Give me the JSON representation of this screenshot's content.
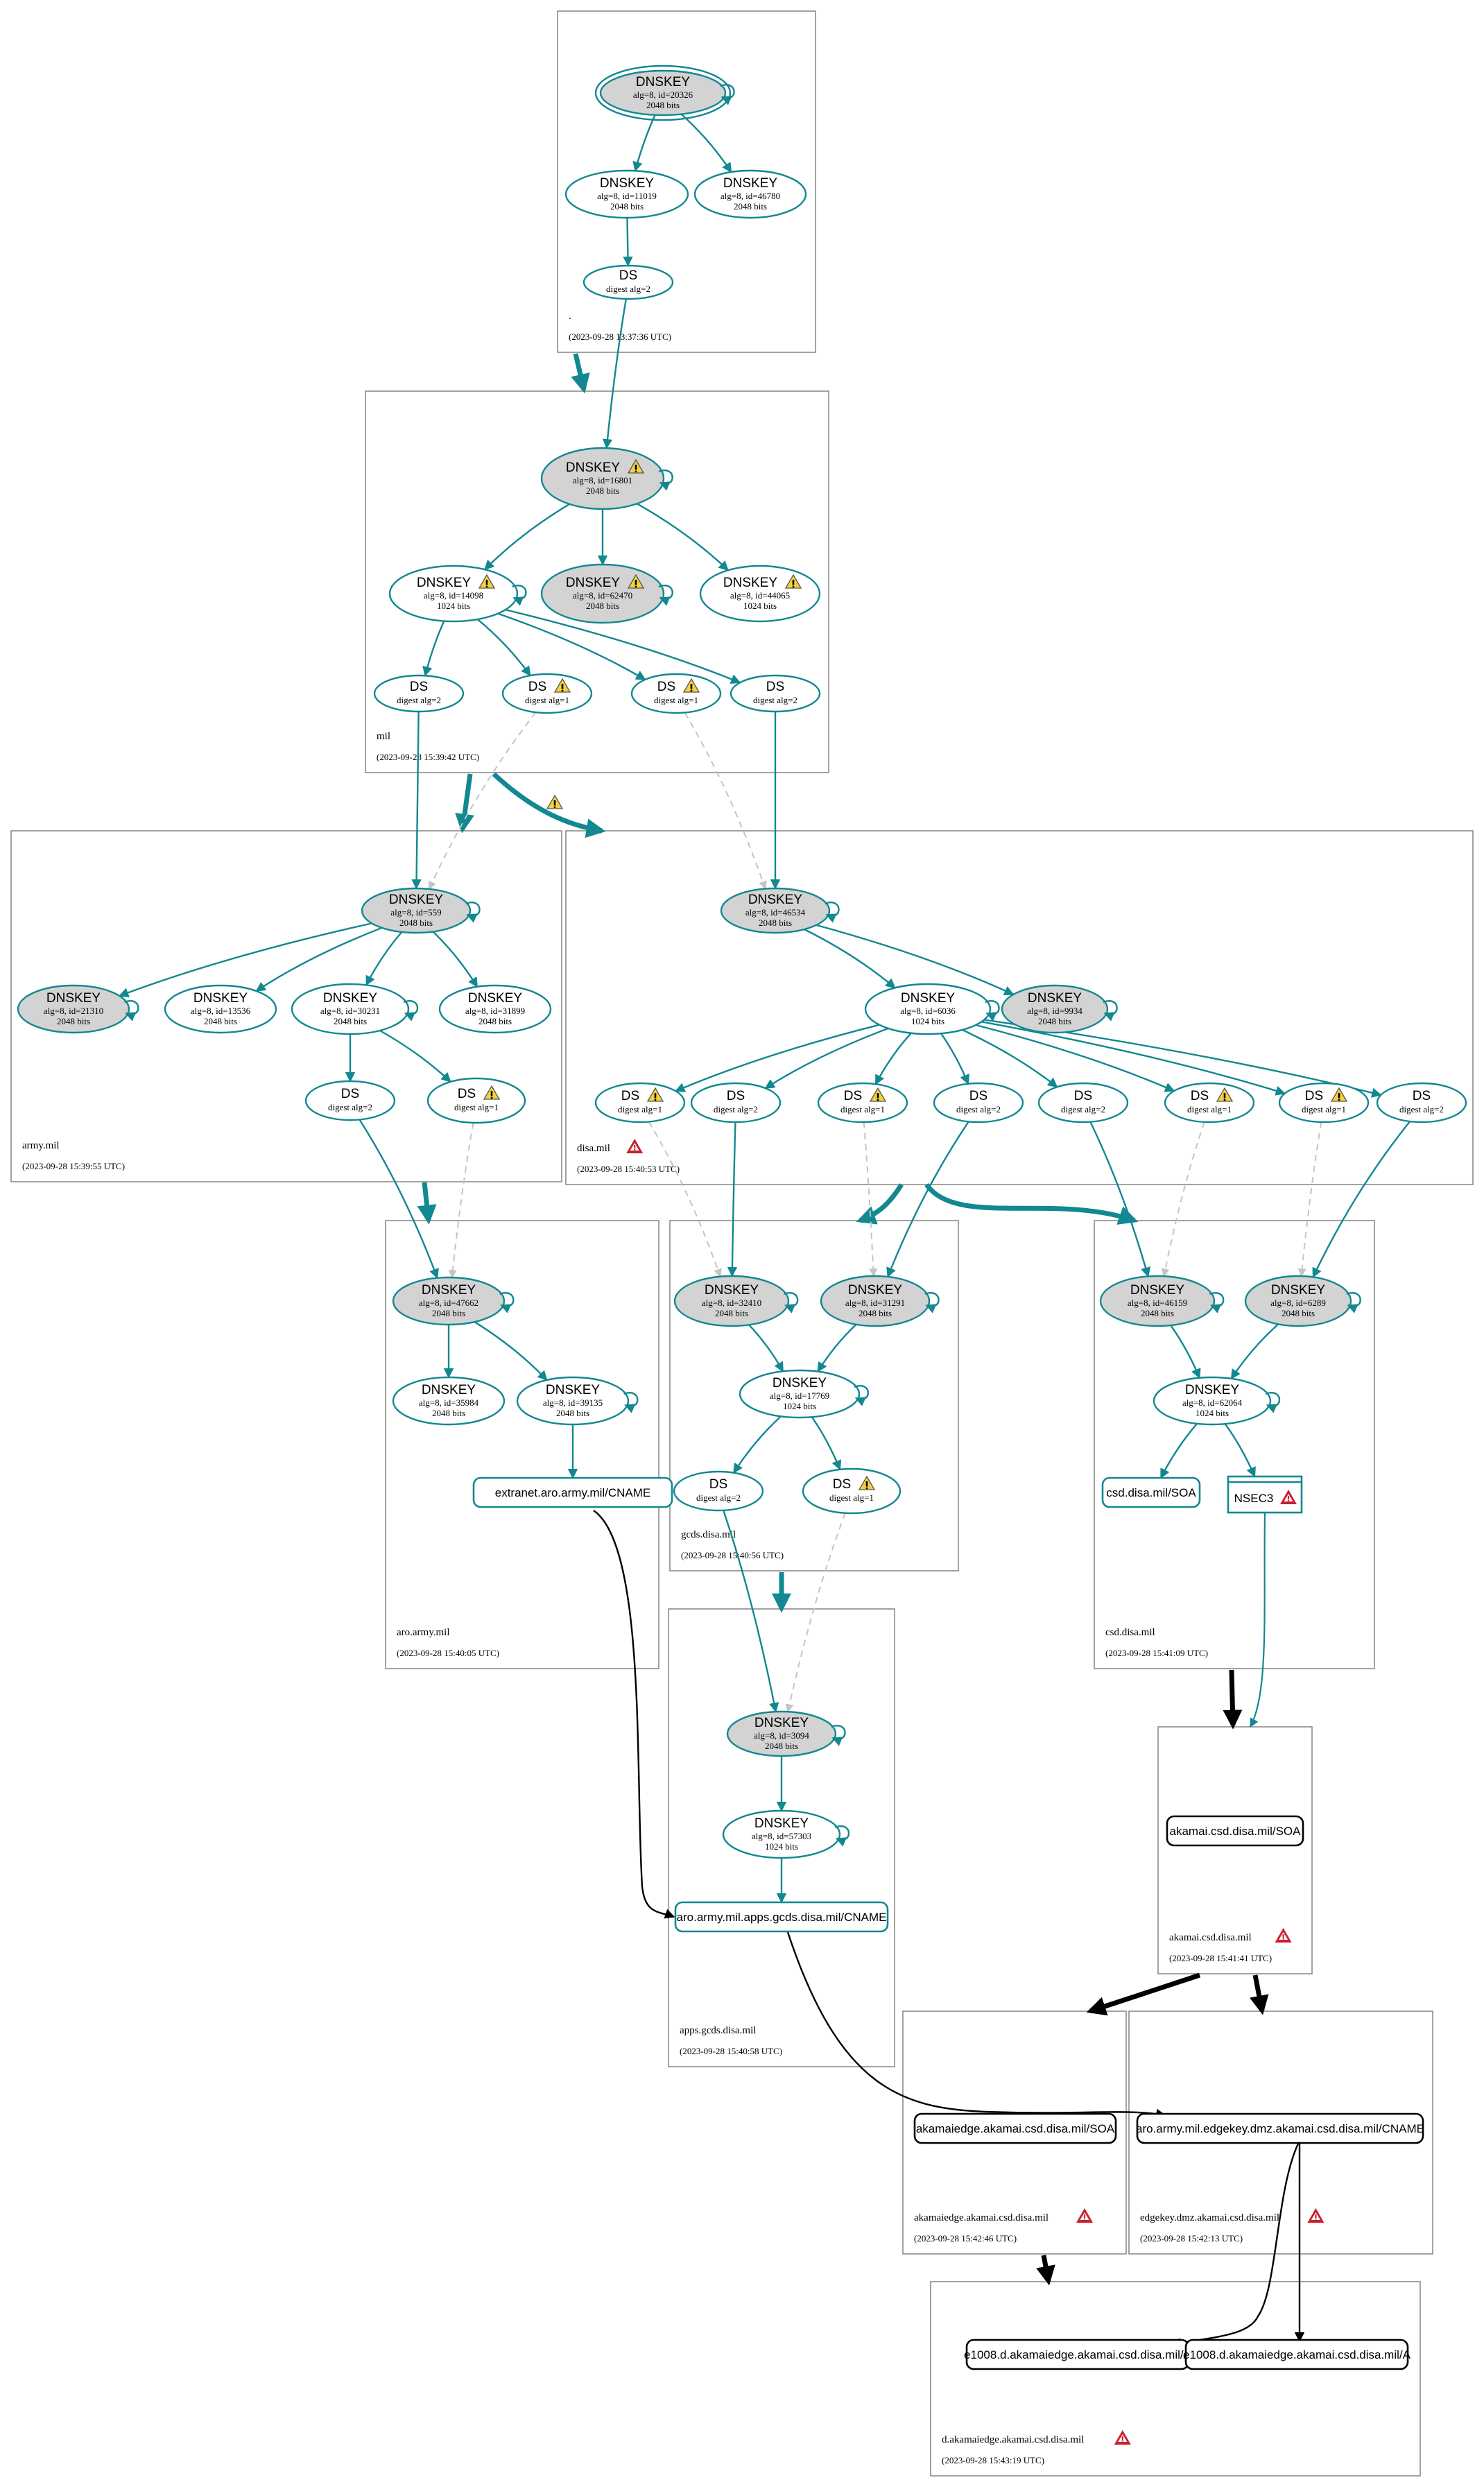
{
  "colors": {
    "teal": "#128891",
    "gray_fill": "#d3d3d3",
    "zone_border": "#8c8c8c",
    "dashed": "#c4c4c4",
    "warning_fill": "#f5d13b",
    "error_fill": "#c7202f",
    "black": "#000000"
  },
  "labels": {
    "dnskey": "DNSKEY",
    "ds": "DS",
    "nsec3": "NSEC3"
  },
  "zones": [
    {
      "id": "root",
      "name": ".",
      "timestamp": "(2023-09-28 13:37:36 UTC)",
      "error": false
    },
    {
      "id": "mil",
      "name": "mil",
      "timestamp": "(2023-09-28 15:39:42 UTC)",
      "error": false
    },
    {
      "id": "army",
      "name": "army.mil",
      "timestamp": "(2023-09-28 15:39:55 UTC)",
      "error": false
    },
    {
      "id": "disa",
      "name": "disa.mil",
      "timestamp": "(2023-09-28 15:40:53 UTC)",
      "error": true
    },
    {
      "id": "aro",
      "name": "aro.army.mil",
      "timestamp": "(2023-09-28 15:40:05 UTC)",
      "error": false
    },
    {
      "id": "gcds",
      "name": "gcds.disa.mil",
      "timestamp": "(2023-09-28 15:40:56 UTC)",
      "error": false
    },
    {
      "id": "csd",
      "name": "csd.disa.mil",
      "timestamp": "(2023-09-28 15:41:09 UTC)",
      "error": false
    },
    {
      "id": "apps",
      "name": "apps.gcds.disa.mil",
      "timestamp": "(2023-09-28 15:40:58 UTC)",
      "error": false
    },
    {
      "id": "akamai",
      "name": "akamai.csd.disa.mil",
      "timestamp": "(2023-09-28 15:41:41 UTC)",
      "error": true
    },
    {
      "id": "akamaiedge",
      "name": "akamaiedge.akamai.csd.disa.mil",
      "timestamp": "(2023-09-28 15:42:46 UTC)",
      "error": true
    },
    {
      "id": "edgekey",
      "name": "edgekey.dmz.akamai.csd.disa.mil",
      "timestamp": "(2023-09-28 15:42:13 UTC)",
      "error": true
    },
    {
      "id": "dakamaiedge",
      "name": "d.akamaiedge.akamai.csd.disa.mil",
      "timestamp": "(2023-09-28 15:43:19 UTC)",
      "error": true
    }
  ],
  "dnskeys": [
    {
      "id": "root_ksk",
      "zone": "root",
      "detail": "alg=8, id=20326",
      "bits": "2048 bits",
      "gray": true,
      "double": true,
      "self": true,
      "warn": false
    },
    {
      "id": "root_zsk1",
      "zone": "root",
      "detail": "alg=8, id=11019",
      "bits": "2048 bits",
      "gray": false,
      "double": false,
      "self": false,
      "warn": false
    },
    {
      "id": "root_zsk2",
      "zone": "root",
      "detail": "alg=8, id=46780",
      "bits": "2048 bits",
      "gray": false,
      "double": false,
      "self": false,
      "warn": false
    },
    {
      "id": "mil_ksk",
      "zone": "mil",
      "detail": "alg=8, id=16801",
      "bits": "2048 bits",
      "gray": true,
      "double": false,
      "self": true,
      "warn": true
    },
    {
      "id": "mil_zsk",
      "zone": "mil",
      "detail": "alg=8, id=14098",
      "bits": "1024 bits",
      "gray": false,
      "double": false,
      "self": true,
      "warn": true
    },
    {
      "id": "mil_k2",
      "zone": "mil",
      "detail": "alg=8, id=62470",
      "bits": "2048 bits",
      "gray": true,
      "double": false,
      "self": true,
      "warn": true
    },
    {
      "id": "mil_k3",
      "zone": "mil",
      "detail": "alg=8, id=44065",
      "bits": "1024 bits",
      "gray": false,
      "double": false,
      "self": false,
      "warn": true
    },
    {
      "id": "army_ksk",
      "zone": "army",
      "detail": "alg=8, id=559",
      "bits": "2048 bits",
      "gray": true,
      "double": false,
      "self": true,
      "warn": false
    },
    {
      "id": "army_k1",
      "zone": "army",
      "detail": "alg=8, id=21310",
      "bits": "2048 bits",
      "gray": true,
      "double": false,
      "self": true,
      "warn": false
    },
    {
      "id": "army_k2",
      "zone": "army",
      "detail": "alg=8, id=13536",
      "bits": "2048 bits",
      "gray": false,
      "double": false,
      "self": false,
      "warn": false
    },
    {
      "id": "army_zsk",
      "zone": "army",
      "detail": "alg=8, id=30231",
      "bits": "2048 bits",
      "gray": false,
      "double": false,
      "self": true,
      "warn": false
    },
    {
      "id": "army_k4",
      "zone": "army",
      "detail": "alg=8, id=31899",
      "bits": "2048 bits",
      "gray": false,
      "double": false,
      "self": false,
      "warn": false
    },
    {
      "id": "disa_ksk",
      "zone": "disa",
      "detail": "alg=8, id=46534",
      "bits": "2048 bits",
      "gray": true,
      "double": false,
      "self": true,
      "warn": false
    },
    {
      "id": "disa_zsk",
      "zone": "disa",
      "detail": "alg=8, id=6036",
      "bits": "1024 bits",
      "gray": false,
      "double": false,
      "self": true,
      "warn": false
    },
    {
      "id": "disa_k2",
      "zone": "disa",
      "detail": "alg=8, id=9934",
      "bits": "2048 bits",
      "gray": true,
      "double": false,
      "self": true,
      "warn": false
    },
    {
      "id": "aro_ksk",
      "zone": "aro",
      "detail": "alg=8, id=47662",
      "bits": "2048 bits",
      "gray": true,
      "double": false,
      "self": true,
      "warn": false
    },
    {
      "id": "aro_k1",
      "zone": "aro",
      "detail": "alg=8, id=35984",
      "bits": "2048 bits",
      "gray": false,
      "double": false,
      "self": false,
      "warn": false
    },
    {
      "id": "aro_zsk",
      "zone": "aro",
      "detail": "alg=8, id=39135",
      "bits": "2048 bits",
      "gray": false,
      "double": false,
      "self": true,
      "warn": false
    },
    {
      "id": "gcds_k1",
      "zone": "gcds",
      "detail": "alg=8, id=32410",
      "bits": "2048 bits",
      "gray": true,
      "double": false,
      "self": true,
      "warn": false
    },
    {
      "id": "gcds_k2",
      "zone": "gcds",
      "detail": "alg=8, id=31291",
      "bits": "2048 bits",
      "gray": true,
      "double": false,
      "self": true,
      "warn": false
    },
    {
      "id": "gcds_zsk",
      "zone": "gcds",
      "detail": "alg=8, id=17769",
      "bits": "1024 bits",
      "gray": false,
      "double": false,
      "self": true,
      "warn": false
    },
    {
      "id": "csd_k1",
      "zone": "csd",
      "detail": "alg=8, id=46159",
      "bits": "2048 bits",
      "gray": true,
      "double": false,
      "self": true,
      "warn": false
    },
    {
      "id": "csd_k2",
      "zone": "csd",
      "detail": "alg=8, id=6289",
      "bits": "2048 bits",
      "gray": true,
      "double": false,
      "self": true,
      "warn": false
    },
    {
      "id": "csd_zsk",
      "zone": "csd",
      "detail": "alg=8, id=62064",
      "bits": "1024 bits",
      "gray": false,
      "double": false,
      "self": true,
      "warn": false
    },
    {
      "id": "apps_ksk",
      "zone": "apps",
      "detail": "alg=8, id=3094",
      "bits": "2048 bits",
      "gray": true,
      "double": false,
      "self": true,
      "warn": false
    },
    {
      "id": "apps_zsk",
      "zone": "apps",
      "detail": "alg=8, id=57303",
      "bits": "1024 bits",
      "gray": false,
      "double": false,
      "self": true,
      "warn": false
    }
  ],
  "ds_nodes": [
    {
      "id": "root_ds",
      "zone": "root",
      "detail": "digest alg=2",
      "warn": false
    },
    {
      "id": "mil_ds1",
      "zone": "mil",
      "detail": "digest alg=2",
      "warn": false
    },
    {
      "id": "mil_ds2",
      "zone": "mil",
      "detail": "digest alg=1",
      "warn": true
    },
    {
      "id": "mil_ds3",
      "zone": "mil",
      "detail": "digest alg=1",
      "warn": true
    },
    {
      "id": "mil_ds4",
      "zone": "mil",
      "detail": "digest alg=2",
      "warn": false
    },
    {
      "id": "army_ds1",
      "zone": "army",
      "detail": "digest alg=2",
      "warn": false
    },
    {
      "id": "army_ds2",
      "zone": "army",
      "detail": "digest alg=1",
      "warn": true
    },
    {
      "id": "disa_ds1",
      "zone": "disa",
      "detail": "digest alg=1",
      "warn": true
    },
    {
      "id": "disa_ds2",
      "zone": "disa",
      "detail": "digest alg=2",
      "warn": false
    },
    {
      "id": "disa_ds3",
      "zone": "disa",
      "detail": "digest alg=1",
      "warn": true
    },
    {
      "id": "disa_ds4",
      "zone": "disa",
      "detail": "digest alg=2",
      "warn": false
    },
    {
      "id": "disa_ds5",
      "zone": "disa",
      "detail": "digest alg=2",
      "warn": false
    },
    {
      "id": "disa_ds6",
      "zone": "disa",
      "detail": "digest alg=1",
      "warn": true
    },
    {
      "id": "disa_ds7",
      "zone": "disa",
      "detail": "digest alg=1",
      "warn": true
    },
    {
      "id": "disa_ds8",
      "zone": "disa",
      "detail": "digest alg=2",
      "warn": false
    },
    {
      "id": "gcds_ds1",
      "zone": "gcds",
      "detail": "digest alg=2",
      "warn": false
    },
    {
      "id": "gcds_ds2",
      "zone": "gcds",
      "detail": "digest alg=1",
      "warn": true
    }
  ],
  "records": [
    {
      "id": "aro_cname",
      "zone": "aro",
      "label": "extranet.aro.army.mil/CNAME",
      "teal": true
    },
    {
      "id": "csd_soa",
      "zone": "csd",
      "label": "csd.disa.mil/SOA",
      "teal": true
    },
    {
      "id": "apps_cname",
      "zone": "apps",
      "label": "aro.army.mil.apps.gcds.disa.mil/CNAME",
      "teal": true
    },
    {
      "id": "akamai_soa",
      "zone": "akamai",
      "label": "akamai.csd.disa.mil/SOA",
      "teal": false
    },
    {
      "id": "akamaiedge_soa",
      "zone": "akamaiedge",
      "label": "akamaiedge.akamai.csd.disa.mil/SOA",
      "teal": false
    },
    {
      "id": "edgekey_cname",
      "zone": "edgekey",
      "label": "aro.army.mil.edgekey.dmz.akamai.csd.disa.mil/CNAME",
      "teal": false
    },
    {
      "id": "a_rec1",
      "zone": "dakamaiedge",
      "label": "e1008.d.akamaiedge.akamai.csd.disa.mil/A",
      "teal": false
    },
    {
      "id": "a_rec2",
      "zone": "dakamaiedge",
      "label": "e1008.d.akamaiedge.akamai.csd.disa.mil/A",
      "teal": false
    }
  ],
  "nsec": [
    {
      "id": "csd_nsec3",
      "zone": "csd",
      "label": "NSEC3",
      "error": true
    }
  ],
  "edges": [
    {
      "from": "root_ksk",
      "to": "root_zsk1",
      "style": "solid"
    },
    {
      "from": "root_ksk",
      "to": "root_zsk2",
      "style": "solid"
    },
    {
      "from": "root_zsk1",
      "to": "root_ds",
      "style": "solid"
    },
    {
      "from": "root_ds",
      "to": "mil_ksk",
      "style": "solid"
    },
    {
      "from": "mil_ksk",
      "to": "mil_zsk",
      "style": "solid"
    },
    {
      "from": "mil_ksk",
      "to": "mil_k2",
      "style": "solid"
    },
    {
      "from": "mil_ksk",
      "to": "mil_k3",
      "style": "solid"
    },
    {
      "from": "mil_zsk",
      "to": "mil_ds1",
      "style": "solid"
    },
    {
      "from": "mil_zsk",
      "to": "mil_ds2",
      "style": "solid"
    },
    {
      "from": "mil_zsk",
      "to": "mil_ds3",
      "style": "solid"
    },
    {
      "from": "mil_zsk",
      "to": "mil_ds4",
      "style": "solid"
    },
    {
      "from": "mil_ds1",
      "to": "army_ksk",
      "style": "solid"
    },
    {
      "from": "mil_ds2",
      "to": "army_ksk",
      "style": "dashed"
    },
    {
      "from": "mil_ds3",
      "to": "disa_ksk",
      "style": "dashed"
    },
    {
      "from": "mil_ds4",
      "to": "disa_ksk",
      "style": "solid"
    },
    {
      "from": "army_ksk",
      "to": "army_k1",
      "style": "solid"
    },
    {
      "from": "army_ksk",
      "to": "army_k2",
      "style": "solid"
    },
    {
      "from": "army_ksk",
      "to": "army_zsk",
      "style": "solid"
    },
    {
      "from": "army_ksk",
      "to": "army_k4",
      "style": "solid"
    },
    {
      "from": "army_zsk",
      "to": "army_ds1",
      "style": "solid"
    },
    {
      "from": "army_zsk",
      "to": "army_ds2",
      "style": "solid"
    },
    {
      "from": "army_ds1",
      "to": "aro_ksk",
      "style": "solid"
    },
    {
      "from": "army_ds2",
      "to": "aro_ksk",
      "style": "dashed"
    },
    {
      "from": "disa_ksk",
      "to": "disa_zsk",
      "style": "solid"
    },
    {
      "from": "disa_ksk",
      "to": "disa_k2",
      "style": "solid"
    },
    {
      "from": "disa_zsk",
      "to": "disa_ds1",
      "style": "solid"
    },
    {
      "from": "disa_zsk",
      "to": "disa_ds2",
      "style": "solid"
    },
    {
      "from": "disa_zsk",
      "to": "disa_ds3",
      "style": "solid"
    },
    {
      "from": "disa_zsk",
      "to": "disa_ds4",
      "style": "solid"
    },
    {
      "from": "disa_zsk",
      "to": "disa_ds5",
      "style": "solid"
    },
    {
      "from": "disa_zsk",
      "to": "disa_ds6",
      "style": "solid"
    },
    {
      "from": "disa_zsk",
      "to": "disa_ds7",
      "style": "solid"
    },
    {
      "from": "disa_zsk",
      "to": "disa_ds8",
      "style": "solid"
    },
    {
      "from": "disa_ds1",
      "to": "gcds_k1",
      "style": "dashed"
    },
    {
      "from": "disa_ds2",
      "to": "gcds_k1",
      "style": "solid"
    },
    {
      "from": "disa_ds3",
      "to": "gcds_k2",
      "style": "dashed"
    },
    {
      "from": "disa_ds4",
      "to": "gcds_k2",
      "style": "solid"
    },
    {
      "from": "disa_ds5",
      "to": "csd_k1",
      "style": "solid"
    },
    {
      "from": "disa_ds6",
      "to": "csd_k1",
      "style": "dashed"
    },
    {
      "from": "disa_ds7",
      "to": "csd_k2",
      "style": "dashed"
    },
    {
      "from": "disa_ds8",
      "to": "csd_k2",
      "style": "solid"
    },
    {
      "from": "aro_ksk",
      "to": "aro_k1",
      "style": "solid"
    },
    {
      "from": "aro_ksk",
      "to": "aro_zsk",
      "style": "solid"
    },
    {
      "from": "aro_zsk",
      "to": "aro_cname",
      "style": "solid"
    },
    {
      "from": "gcds_k1",
      "to": "gcds_zsk",
      "style": "solid"
    },
    {
      "from": "gcds_k2",
      "to": "gcds_zsk",
      "style": "solid"
    },
    {
      "from": "gcds_zsk",
      "to": "gcds_ds1",
      "style": "solid"
    },
    {
      "from": "gcds_zsk",
      "to": "gcds_ds2",
      "style": "solid"
    },
    {
      "from": "gcds_ds1",
      "to": "apps_ksk",
      "style": "solid"
    },
    {
      "from": "gcds_ds2",
      "to": "apps_ksk",
      "style": "dashed"
    },
    {
      "from": "csd_k1",
      "to": "csd_zsk",
      "style": "solid"
    },
    {
      "from": "csd_k2",
      "to": "csd_zsk",
      "style": "solid"
    },
    {
      "from": "csd_zsk",
      "to": "csd_soa",
      "style": "solid"
    },
    {
      "from": "csd_zsk",
      "to": "csd_nsec3",
      "style": "solid"
    },
    {
      "from": "csd_nsec3",
      "to": "akamai",
      "style": "solid"
    },
    {
      "from": "apps_ksk",
      "to": "apps_zsk",
      "style": "solid"
    },
    {
      "from": "apps_zsk",
      "to": "apps_cname",
      "style": "solid"
    },
    {
      "from": "aro_cname",
      "to": "apps_cname",
      "style": "black"
    },
    {
      "from": "apps_cname",
      "to": "edgekey_cname",
      "style": "black"
    },
    {
      "from": "edgekey_cname",
      "to": "a_rec1",
      "style": "black"
    },
    {
      "from": "edgekey_cname",
      "to": "a_rec2",
      "style": "black"
    }
  ],
  "delegations": [
    {
      "from": "root",
      "to": "mil",
      "color": "teal"
    },
    {
      "from": "mil",
      "to": "army",
      "color": "teal"
    },
    {
      "from": "mil",
      "to": "disa",
      "color": "teal",
      "warn": true
    },
    {
      "from": "army",
      "to": "aro",
      "color": "teal"
    },
    {
      "from": "disa",
      "to": "gcds",
      "color": "teal"
    },
    {
      "from": "disa",
      "to": "csd",
      "color": "teal"
    },
    {
      "from": "gcds",
      "to": "apps",
      "color": "teal"
    },
    {
      "from": "csd",
      "to": "akamai",
      "color": "black"
    },
    {
      "from": "akamai",
      "to": "akamaiedge",
      "color": "black"
    },
    {
      "from": "akamai",
      "to": "edgekey",
      "color": "black"
    },
    {
      "from": "akamaiedge",
      "to": "dakamaiedge",
      "color": "black"
    }
  ]
}
